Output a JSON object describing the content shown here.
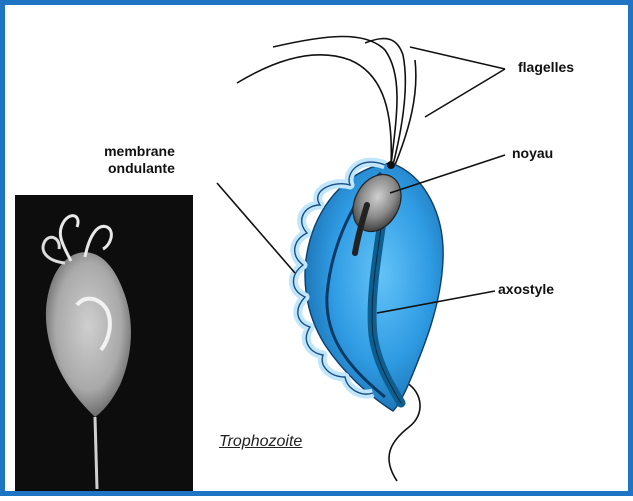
{
  "labels": {
    "flagelles": "flagelles",
    "noyau": "noyau",
    "membrane_line1": "membrane",
    "membrane_line2": "ondulante",
    "axostyle": "axostyle",
    "caption": "Trophozoite"
  },
  "colors": {
    "frame_border": "#1f74c4",
    "body_fill": "#2f9be3",
    "body_dark": "#1b6fb0",
    "membrane_light": "#bfe6fb",
    "nucleus": "#6e6e6e",
    "photo_bg": "#0d0d0d"
  }
}
